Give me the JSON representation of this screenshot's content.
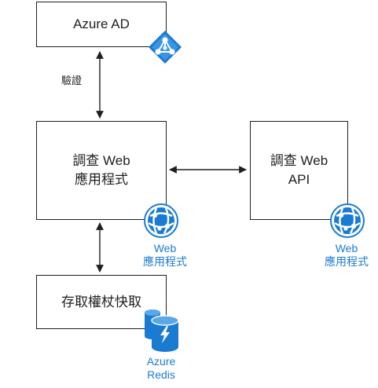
{
  "nodes": {
    "azure_ad": {
      "label": "Azure AD"
    },
    "survey_web": {
      "line1": "調查 Web",
      "line2": "應用程式"
    },
    "survey_api": {
      "line1": "調查 Web",
      "line2": "API"
    },
    "token_cache": {
      "label": "存取權杖快取"
    }
  },
  "edge_labels": {
    "auth": "驗證"
  },
  "captions": {
    "web_app_1": {
      "line1": "Web",
      "line2": "應用程式"
    },
    "web_app_2": {
      "line1": "Web",
      "line2": "應用程式"
    },
    "redis": {
      "line1": "Azure",
      "line2": "Redis"
    }
  },
  "icons": {
    "azure_ad_icon": "azure-active-directory-icon",
    "web_app_icon": "globe-app-service-icon",
    "redis_icon": "azure-redis-cache-icon"
  },
  "colors": {
    "azure_blue": "#1a7bd1",
    "line": "#1f1f1f"
  }
}
